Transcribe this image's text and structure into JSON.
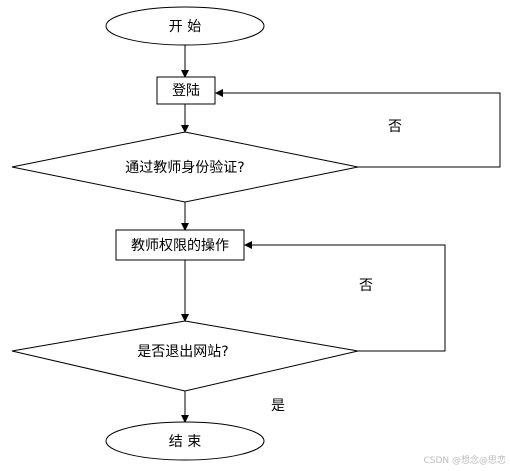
{
  "diagram": {
    "nodes": {
      "start": "开   始",
      "login": "登陆",
      "verify": "通过教师身份验证?",
      "operate": "教师权限的操作",
      "exit_check": "是否退出网站?",
      "end": "结   束"
    },
    "edges": {
      "verify_no": "否",
      "exit_no": "否",
      "exit_yes": "是"
    }
  },
  "watermark": "CSDN @想念@思恋"
}
